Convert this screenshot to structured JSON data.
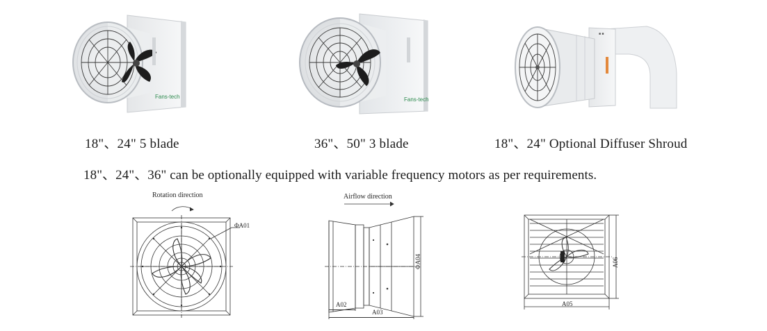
{
  "products": [
    {
      "caption": "18\"、24\"  5 blade",
      "logo": "Fans-tech"
    },
    {
      "caption": "36\"、50\"  3 blade",
      "logo": "Fans-tech"
    },
    {
      "caption": "18\"、24\" Optional Diffuser Shroud"
    }
  ],
  "note": "18\"、24\"、36\" can be optionally equipped with variable frequency motors as per requirements.",
  "drawings": {
    "front": {
      "rotation_label": "Rotation direction",
      "dim_diameter": "ΦA01"
    },
    "side": {
      "airflow_label": "Airflow direction",
      "dim_height": "ΦA04",
      "dim_depth": "A02",
      "dim_length": "A03"
    },
    "back": {
      "dim_width": "A05",
      "dim_height": "A06"
    }
  }
}
